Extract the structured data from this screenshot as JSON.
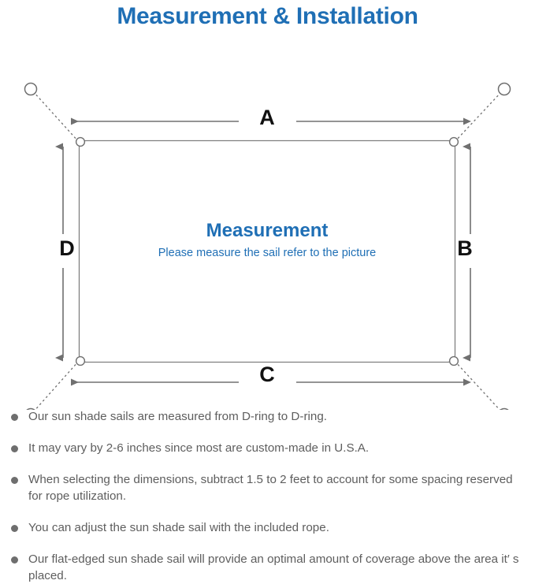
{
  "header": {
    "title": "Measurement & Installation",
    "title_color": "#1f6fb5"
  },
  "diagram": {
    "name": "sun-shade-sail-measurement-diagram",
    "center": {
      "heading": "Measurement",
      "subtext": "Please measure the sail refer to the picture",
      "text_color": "#1f6fb5"
    },
    "dimension_labels": {
      "top": "A",
      "right": "B",
      "bottom": "C",
      "left": "D"
    },
    "line_color": "#808080",
    "arrow_color": "#707070",
    "label_color": "#111111",
    "d_ring_count": 4,
    "anchor_point_count": 4
  },
  "notes": {
    "bullet_color": "#6e6e6e",
    "text_color": "#5e5e5e",
    "items": [
      "Our sun shade sails are measured from D-ring to D-ring.",
      "It may vary by 2-6 inches since most are custom-made in U.S.A.",
      "When selecting the dimensions, subtract 1.5 to 2 feet to account for some spacing reserved for rope utilization.",
      "You can adjust the sun shade sail with the included rope.",
      "Our flat-edged sun shade sail will provide an optimal amount of coverage above the area it′ s placed."
    ]
  }
}
